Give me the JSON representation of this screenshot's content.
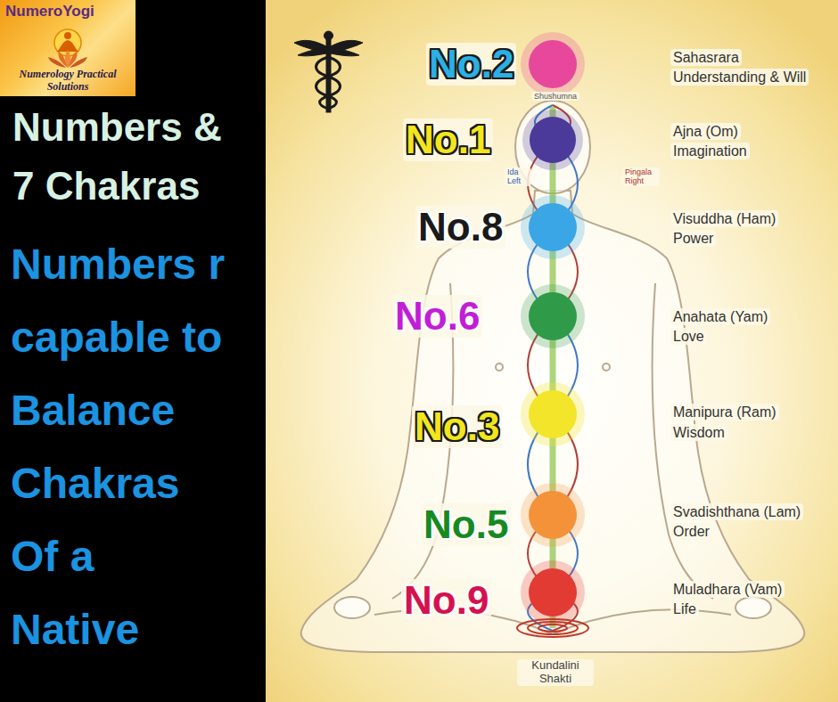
{
  "diagram": {
    "nodes": [
      {
        "text": [
          "Numbers & 7 Chakras",
          "Numbers r capable to Balance Chakras Of a Native"
        ]
      },
      {
        "text": [
          "NumeroYogi",
          "Numerology Practical Solutions"
        ],
        "in": 0
      }
    ],
    "labels": [
      "No.2",
      "Shushumna",
      "Sahasrara",
      "Understanding & Will",
      "No.1",
      "Ida Left",
      "Pingala Right",
      "Ajna (Om)",
      "Imagination",
      "No.8",
      "Visuddha (Ham)",
      "Power",
      "No.6",
      "Anahata (Yam)",
      "Love",
      "No.3",
      "Manipura (Ram)",
      "Wisdom",
      "No.5",
      "Svadishthana (Lam)",
      "Order",
      "No.9",
      "Muladhara (Vam)",
      "Life",
      "Kundalini Shakti"
    ]
  }
}
